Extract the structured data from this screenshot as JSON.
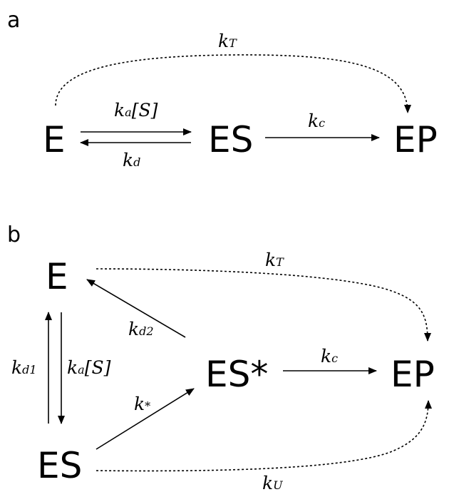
{
  "panel_a": {
    "label": "a",
    "species": {
      "e": "E",
      "es": "ES",
      "ep": "EP"
    },
    "rates": {
      "kt": {
        "k": "k",
        "sub": "T",
        "rest": ""
      },
      "ka": {
        "k": "k",
        "sub": "a",
        "rest": "[S]"
      },
      "kd": {
        "k": "k",
        "sub": "d",
        "rest": ""
      },
      "kc": {
        "k": "k",
        "sub": "c",
        "rest": ""
      }
    }
  },
  "panel_b": {
    "label": "b",
    "species": {
      "e": "E",
      "esstar": "ES*",
      "ep": "EP",
      "es": "ES"
    },
    "rates": {
      "kt": {
        "k": "k",
        "sub": "T",
        "rest": ""
      },
      "kd2": {
        "k": "k",
        "sub": "d2",
        "rest": ""
      },
      "kd1": {
        "k": "k",
        "sub": "d1",
        "rest": ""
      },
      "ka": {
        "k": "k",
        "sub": "a",
        "rest": "[S]"
      },
      "kc": {
        "k": "k",
        "sub": "c",
        "rest": ""
      },
      "kstar": {
        "k": "k",
        "sub": "*",
        "rest": ""
      },
      "ku": {
        "k": "k",
        "sub": "U",
        "rest": ""
      }
    }
  }
}
